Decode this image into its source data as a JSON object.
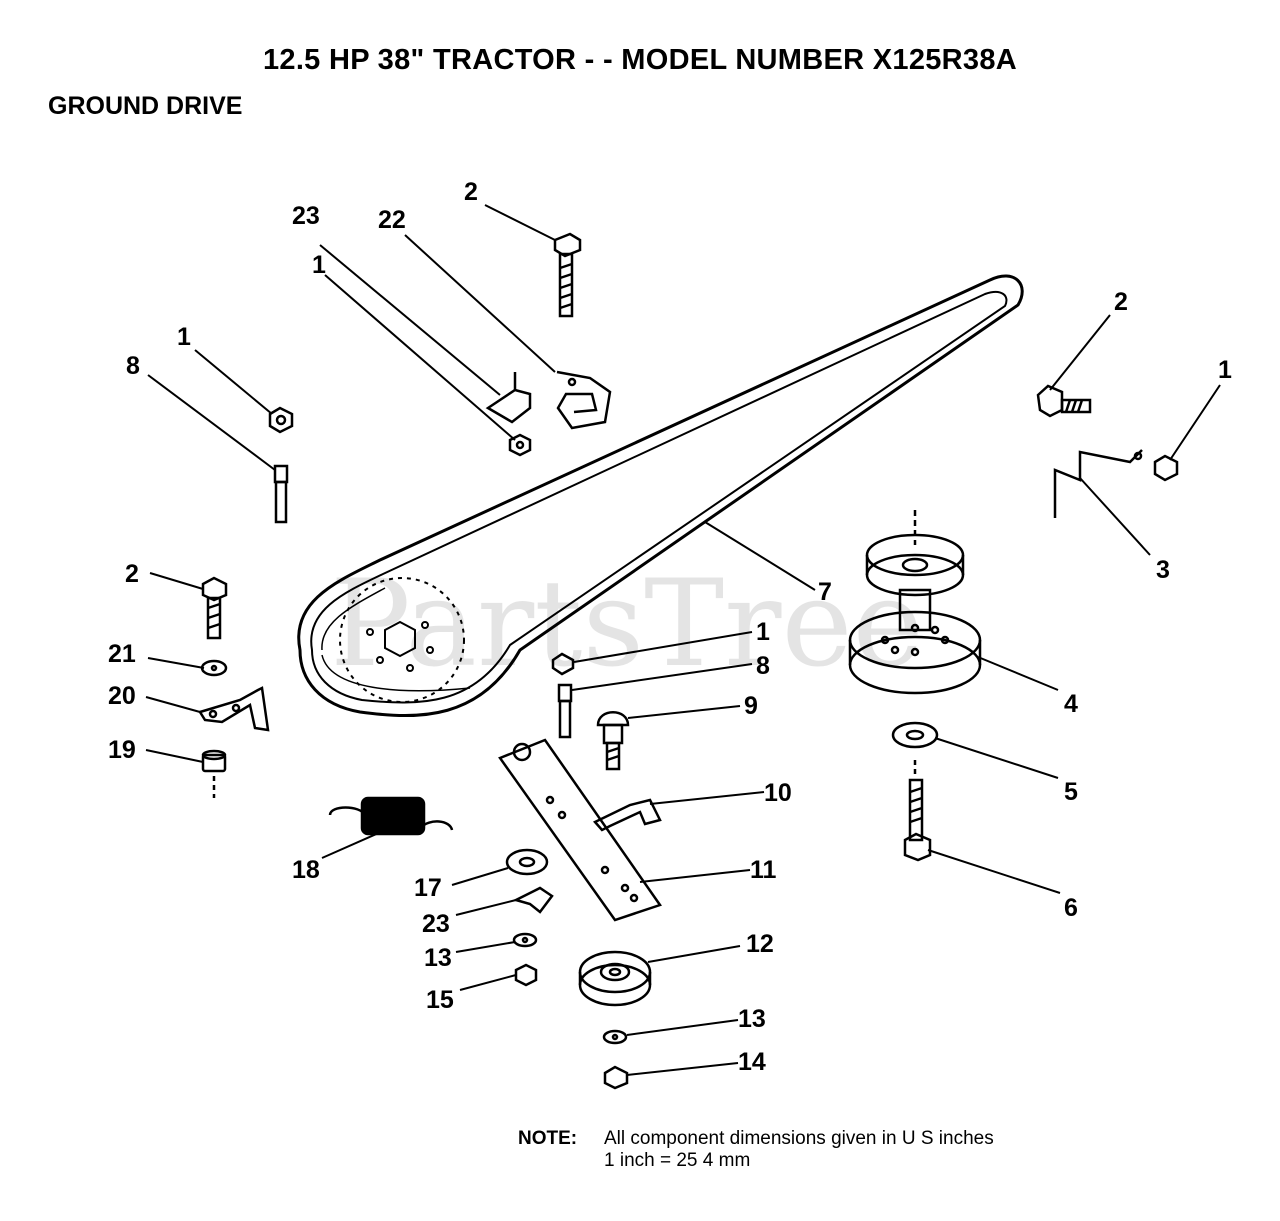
{
  "title": "12.5 HP 38\" TRACTOR - - MODEL NUMBER X125R38A",
  "subtitle": "GROUND DRIVE",
  "watermark": "PartsTree",
  "note": {
    "label": "NOTE:",
    "line1": "All component dimensions given in U S  inches",
    "line2": "1 inch = 25 4 mm"
  },
  "callouts": {
    "c2_top": "2",
    "c23_top": "23",
    "c22_top": "22",
    "c1_top": "1",
    "c1_left": "1",
    "c8_left": "8",
    "c2_right": "2",
    "c1_right": "1",
    "c3": "3",
    "c7": "7",
    "c2_left": "2",
    "c21": "21",
    "c20": "20",
    "c19": "19",
    "c1_mid": "1",
    "c8_mid": "8",
    "c9": "9",
    "c4": "4",
    "c5": "5",
    "c10": "10",
    "c11": "11",
    "c6": "6",
    "c18": "18",
    "c17": "17",
    "c23_bot": "23",
    "c13_a": "13",
    "c15": "15",
    "c12": "12",
    "c13_b": "13",
    "c14": "14"
  }
}
